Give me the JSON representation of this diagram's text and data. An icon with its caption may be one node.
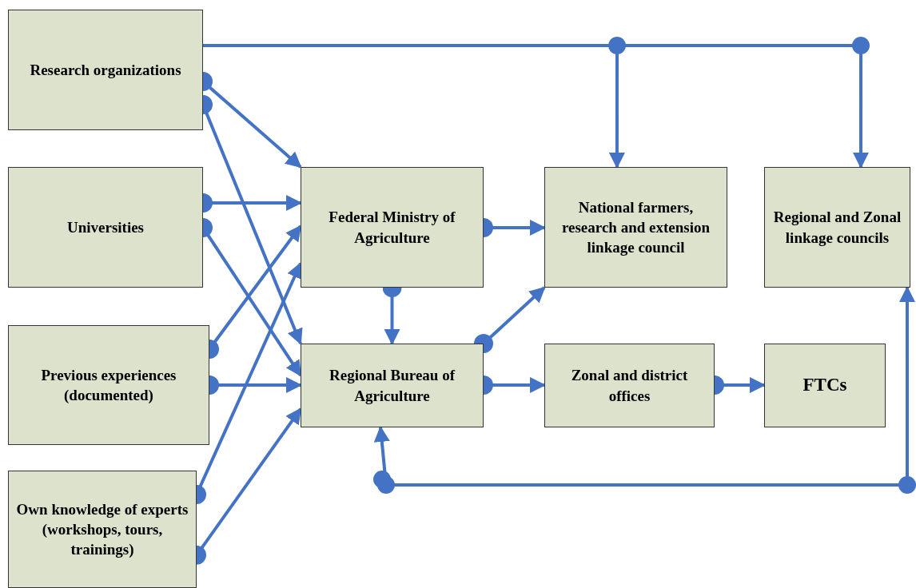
{
  "diagram": {
    "nodes": [
      {
        "text": [
          "Research organizations"
        ]
      },
      {
        "text": [
          "Universities"
        ]
      },
      {
        "text": [
          "Previous experiences (documented)"
        ]
      },
      {
        "text": [
          "Own knowledge of experts (workshops, tours, trainings)"
        ]
      },
      {
        "text": [
          "Federal Ministry of Agriculture"
        ]
      },
      {
        "text": [
          "National farmers, research and extension linkage council"
        ]
      },
      {
        "text": [
          "Regional and Zonal linkage councils"
        ]
      },
      {
        "text": [
          "Regional Bureau of Agriculture"
        ]
      },
      {
        "text": [
          "Zonal and district offices"
        ]
      },
      {
        "text": [
          "FTCs"
        ]
      }
    ],
    "edges": [
      {
        "from": 0,
        "to": 4,
        "arrow": "to"
      },
      {
        "from": 0,
        "to": 7,
        "arrow": "to"
      },
      {
        "from": 0,
        "to": 5,
        "arrow": "to"
      },
      {
        "from": 0,
        "to": 6,
        "arrow": "to"
      },
      {
        "from": 1,
        "to": 4,
        "arrow": "to"
      },
      {
        "from": 1,
        "to": 7,
        "arrow": "to"
      },
      {
        "from": 2,
        "to": 4,
        "arrow": "to"
      },
      {
        "from": 2,
        "to": 7,
        "arrow": "to"
      },
      {
        "from": 3,
        "to": 4,
        "arrow": "to"
      },
      {
        "from": 3,
        "to": 7,
        "arrow": "to"
      },
      {
        "from": 4,
        "to": 5,
        "arrow": "to"
      },
      {
        "from": 4,
        "to": 7,
        "arrow": "to"
      },
      {
        "from": 7,
        "to": 5,
        "arrow": "to"
      },
      {
        "from": 7,
        "to": 8,
        "arrow": "to"
      },
      {
        "from": 8,
        "to": 9,
        "arrow": "to"
      },
      {
        "from": 7,
        "to": 6,
        "arrow": "both"
      }
    ]
  }
}
